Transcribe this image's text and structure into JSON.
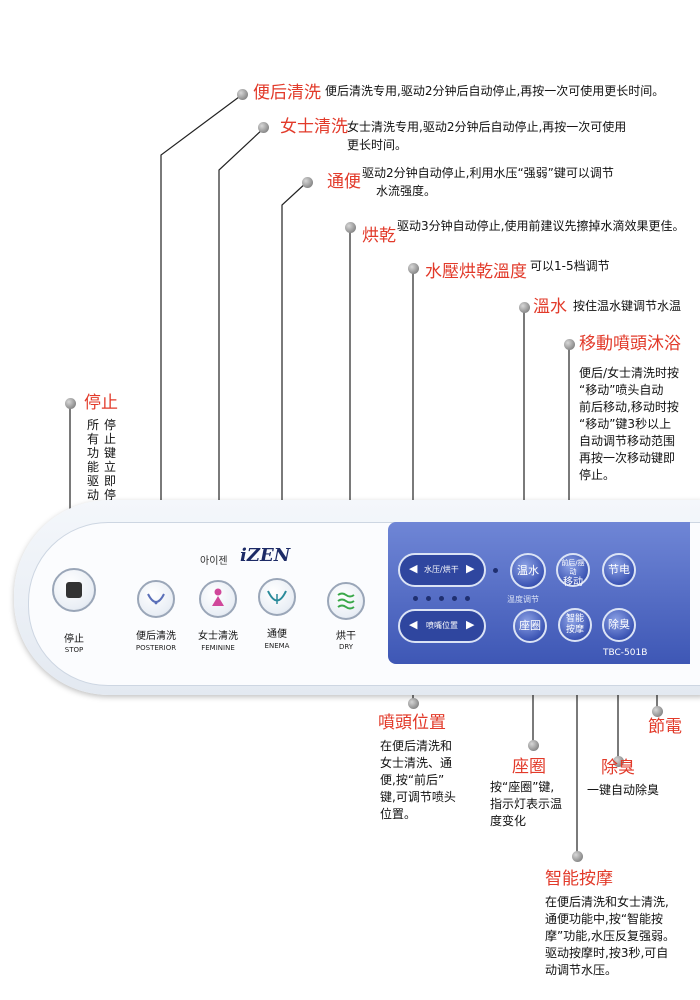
{
  "annotations": {
    "posterior_wash": {
      "title": "便后清洗",
      "desc": "便后清洗专用,驱动2分钟后自动停止,再按一次可使用更长时间。"
    },
    "feminine_wash": {
      "title": "女士清洗",
      "desc_line1": "女士清洗专用,驱动2分钟后自动停止,再按一次可使用",
      "desc_line2": "更长时间。"
    },
    "enema": {
      "title": "通便",
      "desc_line1": "驱动2分钟自动停止,利用水压“强弱”键可以调节",
      "desc_line2": "水流强度。"
    },
    "dry": {
      "title": "烘乾",
      "desc": "驱动3分钟自动停止,使用前建议先擦掉水滴效果更佳。"
    },
    "pressure_dry_temp": {
      "title": "水壓烘乾溫度",
      "desc": "可以1-5档调节"
    },
    "warm_water": {
      "title": "溫水",
      "desc": "按住温水键调节水温"
    },
    "move_nozzle": {
      "title": "移動噴頭沐浴",
      "desc_lines": [
        "便后/女士清洗时按",
        "“移动”喷头自动",
        "前后移动,移动时按",
        "“移动”键3秒以上",
        "自动调节移动范围",
        "再按一次移动键即",
        "停止。"
      ]
    },
    "stop": {
      "title": "停止",
      "col1": "所有功能驱动时",
      "col2": "停止键立即停止"
    },
    "nozzle_position": {
      "title": "噴頭位置",
      "desc_lines": [
        "在便后清洗和",
        "女士清洗、通",
        "便,按“前后”",
        "键,可调节喷头",
        "位置。"
      ]
    },
    "seat": {
      "title": "座圈",
      "desc_lines": [
        "按“座圈”键,",
        "指示灯表示温",
        "度变化"
      ]
    },
    "deodorize": {
      "title": "除臭",
      "desc": "一键自动除臭"
    },
    "power_save": {
      "title": "節電"
    },
    "smart_massage": {
      "title": "智能按摩",
      "desc_lines": [
        "在便后清洗和女士清洗,",
        "通便功能中,按“智能按",
        "摩”功能,水压反复强弱。",
        "驱动按摩时,按3秒,可自",
        "动调节水压。"
      ]
    }
  },
  "panel": {
    "brand_korean": "아이젠",
    "brand": "iZEN",
    "model": "TBC-501B",
    "buttons": {
      "stop": {
        "cn": "停止",
        "en": "STOP"
      },
      "posterior": {
        "cn": "便后清洗",
        "en": "POSTERIOR"
      },
      "feminine": {
        "cn": "女士清洗",
        "en": "FEMININE"
      },
      "enema": {
        "cn": "通便",
        "en": "ENEMA"
      },
      "dry": {
        "cn": "烘干",
        "en": "DRY"
      },
      "pressure_dry": "水压/烘干",
      "nozzle_pos": "喷嘴位置",
      "warm_water": "温水",
      "temp_adjust": "温度调节",
      "move_top": "前后/摆动",
      "move_bottom": "移动",
      "power_save": "节电",
      "seat": "座圈",
      "massage_top": "智能",
      "massage_bottom": "按摩",
      "deodorize": "除臭"
    }
  },
  "colors": {
    "title_red": "#e23a2a",
    "panel_blue": "#3e57b5"
  }
}
